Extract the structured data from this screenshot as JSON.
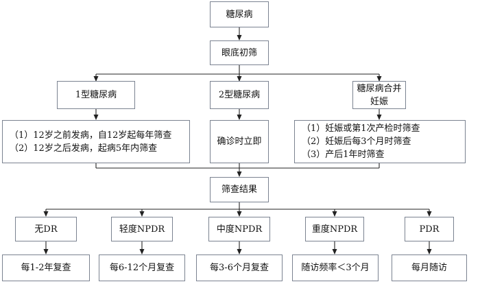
{
  "nodes": {
    "diabetes": "糖尿病",
    "fundus_screening": "眼底初筛",
    "type1": "1型糖尿病",
    "type2": "2型糖尿病",
    "pregnancy": [
      "糖尿病合并",
      "妊娠"
    ],
    "type1_rules": [
      "（1）12岁之前发病，自12岁起每年筛查",
      "（2）12岁之后发病，起病5年内筛查"
    ],
    "type2_rule": "确诊时立即",
    "pregnancy_rules": [
      "（1）妊娠或第1次产检时筛查",
      "（2）妊娠后每3个月时筛查",
      "（3）产后1年时筛查"
    ],
    "screening_result": "筛查结果",
    "grades": [
      "无DR",
      "轻度NPDR",
      "中度NPDR",
      "重度NPDR",
      "PDR"
    ],
    "followups": [
      "每1-2年复查",
      "每6-12个月复查",
      "每3-6个月复查",
      "随访频率＜3个月",
      "每月随访"
    ]
  }
}
